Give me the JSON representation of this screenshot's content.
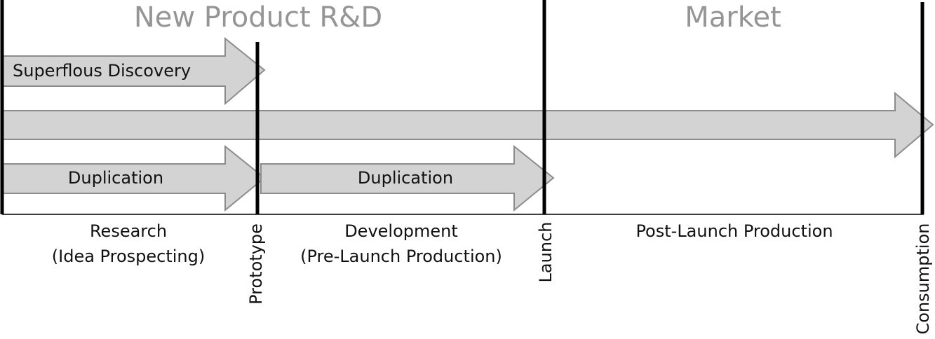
{
  "zones": {
    "rnd": "New Product R&D",
    "market": "Market"
  },
  "arrows": {
    "superflous": "Superflous Discovery",
    "duplication_research": "Duplication",
    "duplication_development": "Duplication"
  },
  "stages": {
    "research_line1": "Research",
    "research_line2": "(Idea Prospecting)",
    "development_line1": "Development",
    "development_line2": "(Pre-Launch Production)",
    "post_launch": "Post-Launch Production"
  },
  "milestones": {
    "prototype": "Prototype",
    "launch": "Launch",
    "consumption": "Consumption"
  },
  "colors": {
    "arrow_fill": "#d3d3d3",
    "arrow_stroke": "#8c8c8c",
    "zone_title": "#959595"
  }
}
